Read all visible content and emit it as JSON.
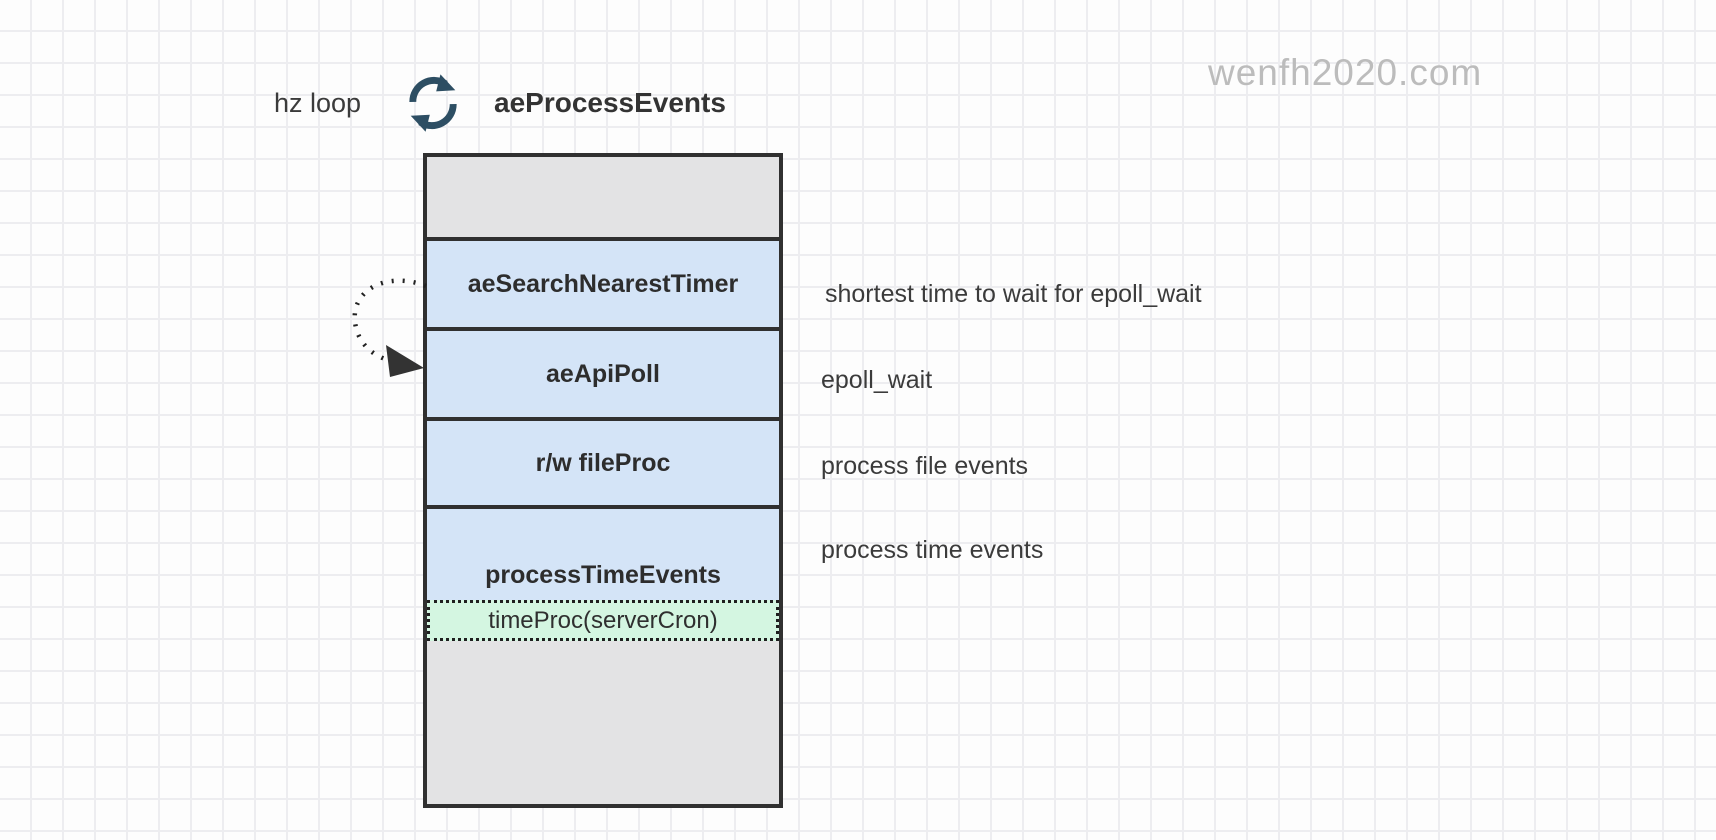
{
  "watermark": {
    "text": "wenfh2020.com"
  },
  "header": {
    "loop_label": "hz loop",
    "title": "aeProcessEvents",
    "loop_icon": "cycle-arrows"
  },
  "stack": {
    "rows": [
      {
        "label": "",
        "kind": "spacer"
      },
      {
        "label": "aeSearchNearestTimer",
        "kind": "step"
      },
      {
        "label": "aeApiPoll",
        "kind": "step"
      },
      {
        "label": "r/w fileProc",
        "kind": "step"
      },
      {
        "label": "processTimeEvents",
        "kind": "step"
      },
      {
        "label": "timeProc(serverCron)",
        "kind": "highlight"
      },
      {
        "label": "",
        "kind": "spacer"
      }
    ]
  },
  "annotations": [
    {
      "text": "shortest time to wait for epoll_wait"
    },
    {
      "text": "epoll_wait"
    },
    {
      "text": "process file events"
    },
    {
      "text": "process time events"
    }
  ],
  "colors": {
    "step-fill": "#d4e4f7",
    "spacer-fill": "#e3e3e4",
    "highlight-fill": "#d4f6e1",
    "border": "#303030",
    "text": "#333333",
    "annotation-text": "#3b3b3b",
    "icon": "#2d4e63",
    "watermark-text": "#bcbcbc",
    "grid-line": "#ededf0",
    "background": "#fdfdfd"
  }
}
